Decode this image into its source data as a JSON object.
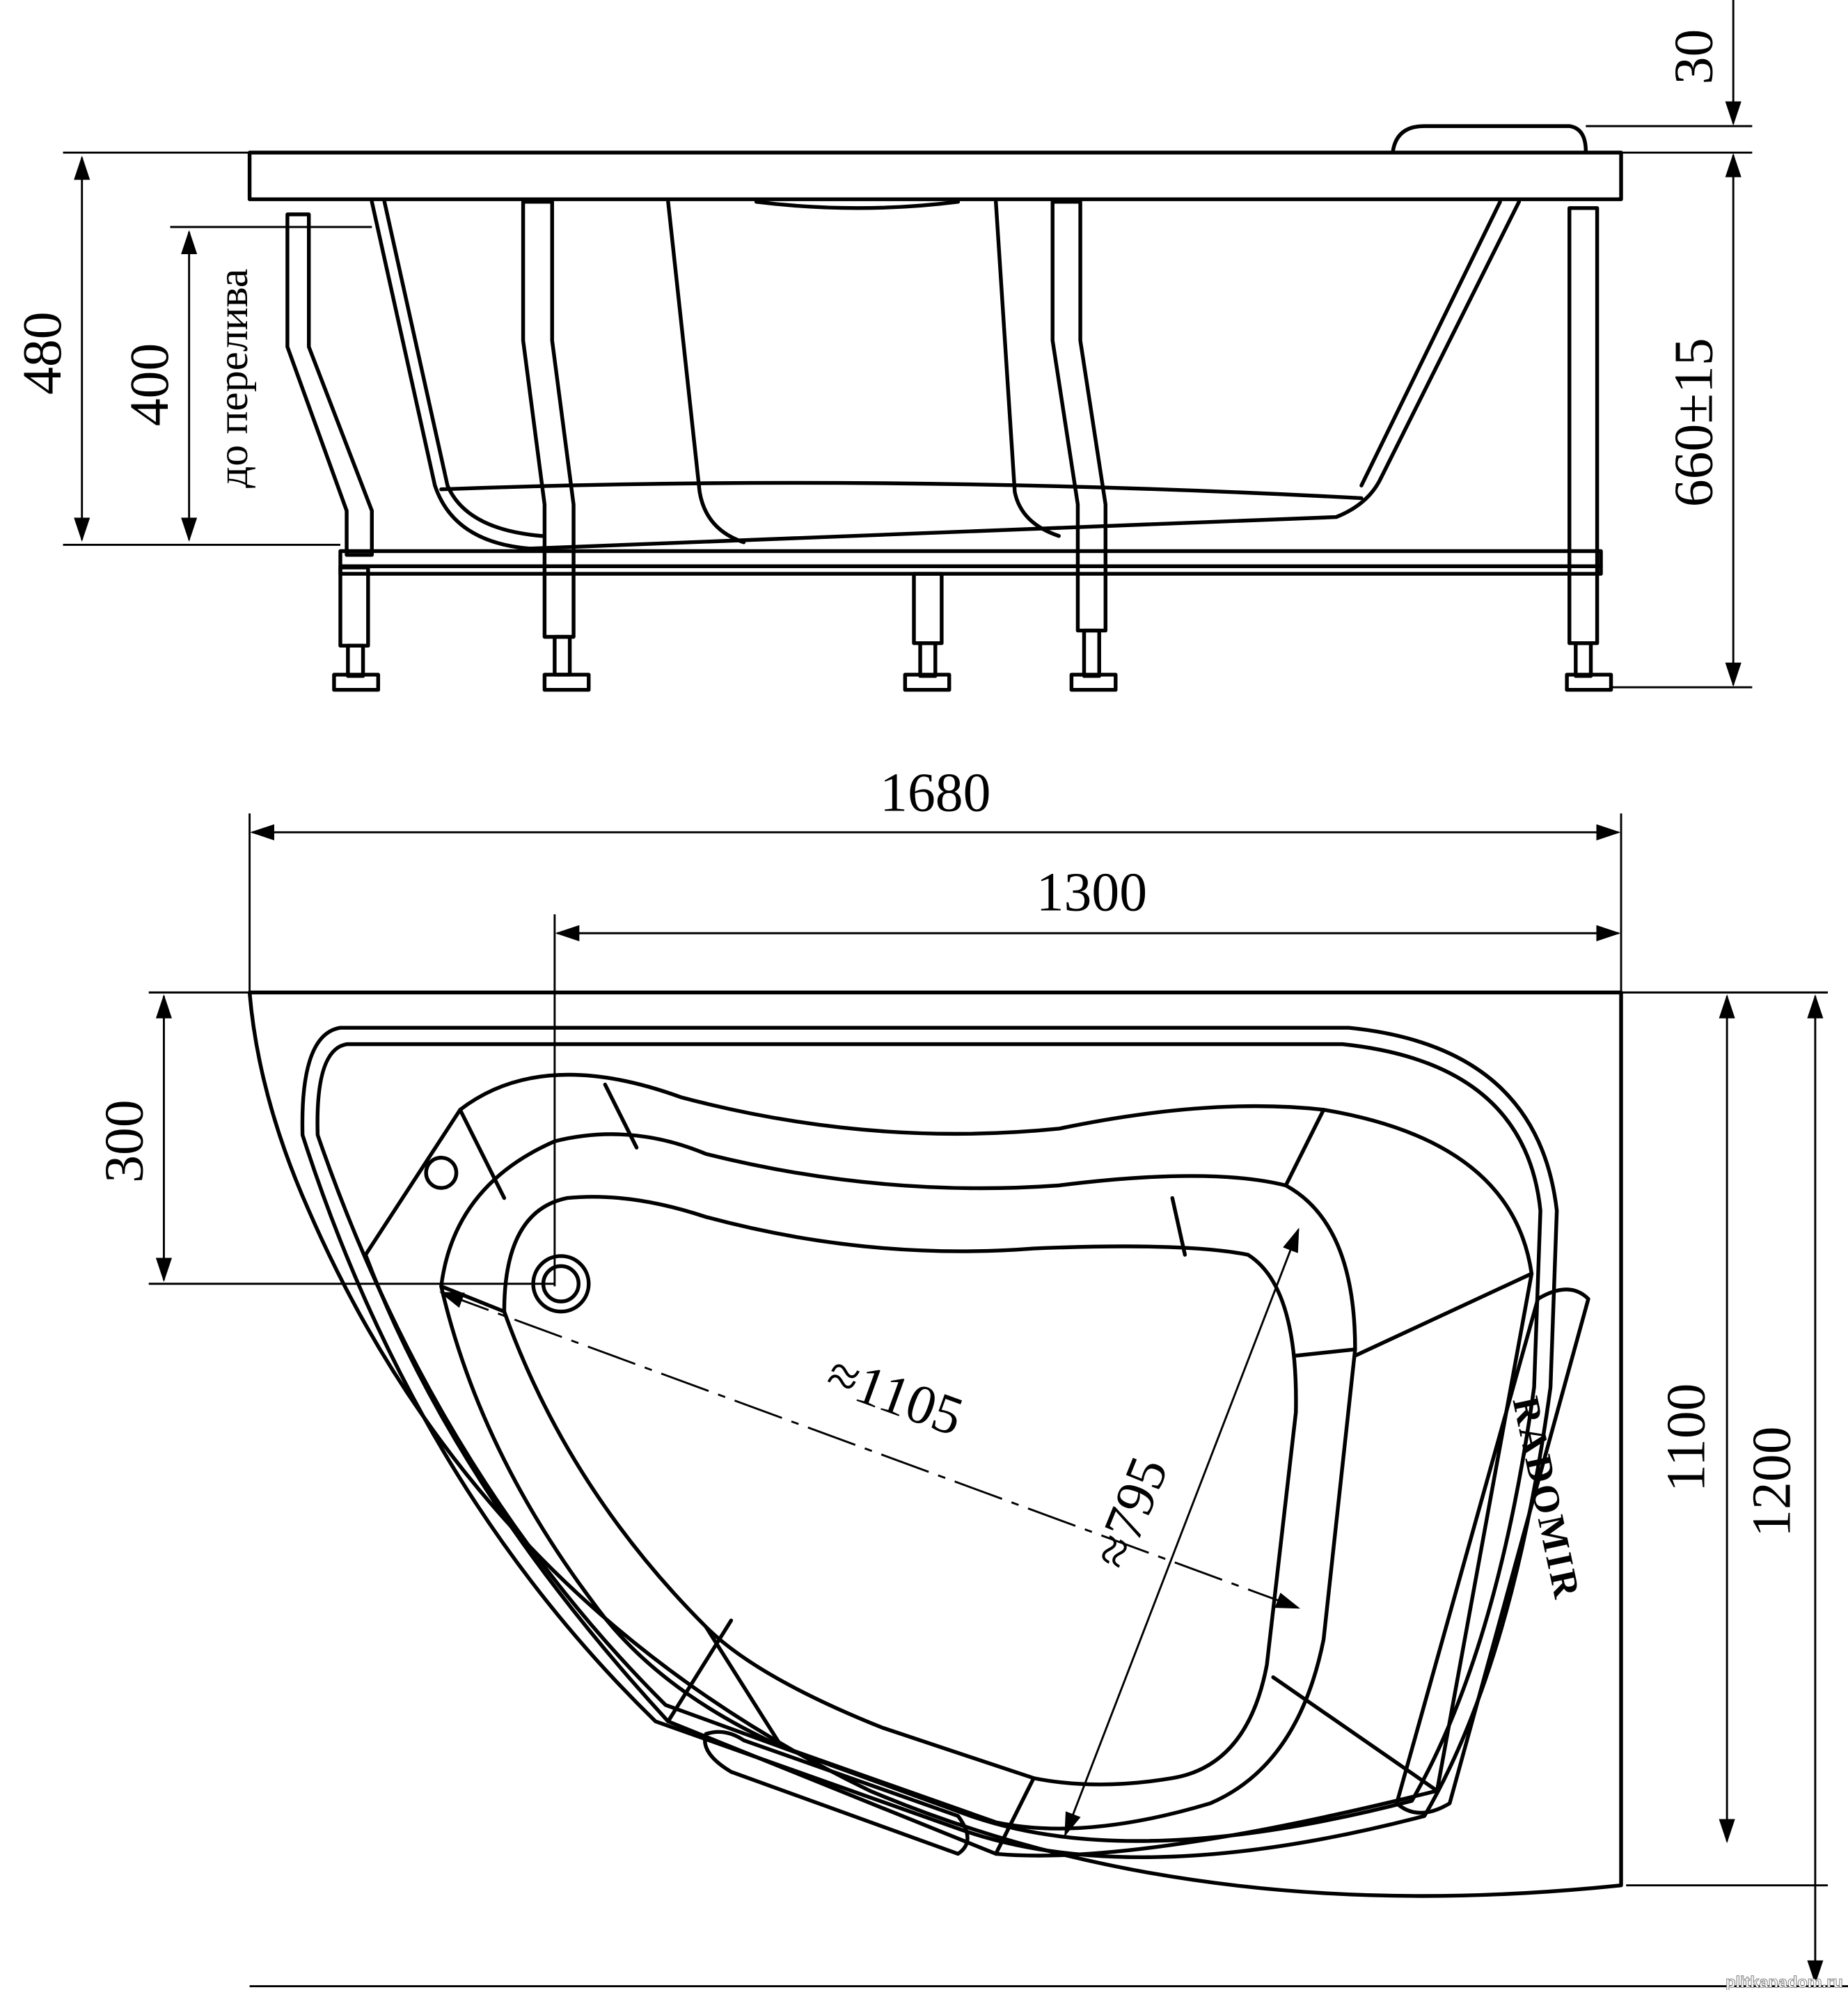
{
  "side_view": {
    "dim_total_height": "480",
    "dim_overflow_height": "400",
    "overflow_note": "до перелива",
    "dim_headrest": "30",
    "dim_leg_height": "660±15"
  },
  "top_view": {
    "dim_length": "1680",
    "dim_inner_length": "1300",
    "dim_drain_offset": "300",
    "dim_inner_width": "1100",
    "dim_width": "1200",
    "dim_diagonal": "≈1105",
    "dim_cross": "≈795",
    "logo": "RADOMIR"
  },
  "watermark": "plitkanadom.ru"
}
